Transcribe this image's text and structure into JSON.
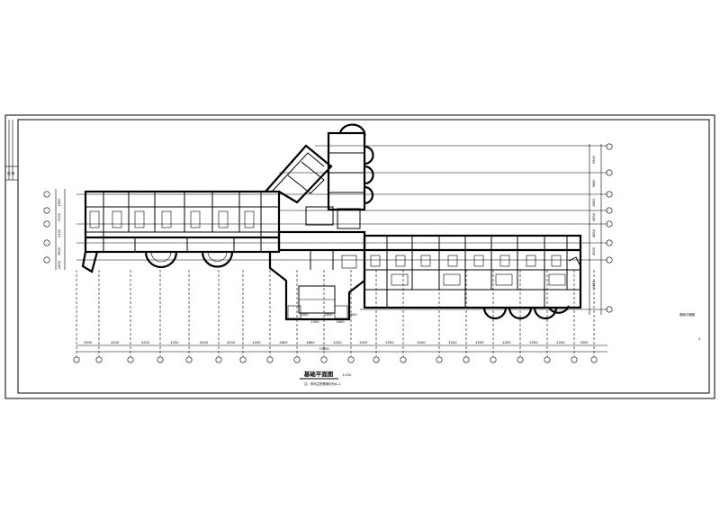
{
  "drawing": {
    "title": "基础平面图",
    "scale": "1:100",
    "note": "注：未标注的基础均为JL-1",
    "stamp": "基础平面图",
    "sheet_no": "3",
    "titleblock_label": "说 明",
    "overall_dim": "73800"
  },
  "bay_dims": [
    "3300",
    "4200",
    "4200",
    "4200",
    "4200",
    "4200",
    "4200",
    "4800",
    "4800",
    "4200",
    "4200",
    "4200",
    "4200",
    "4200",
    "4200",
    "4200",
    "4200",
    "4200",
    "3300"
  ],
  "small_dims": [
    "2000",
    "1500",
    "4800",
    "1800",
    "3600"
  ],
  "right_dims": [
    "3900",
    "3600",
    "4800",
    "4500",
    "4800",
    "3600",
    "2400"
  ],
  "left_dims": [
    "1500",
    "2100",
    "2100",
    "3600",
    "2400"
  ],
  "axis_count": 20
}
